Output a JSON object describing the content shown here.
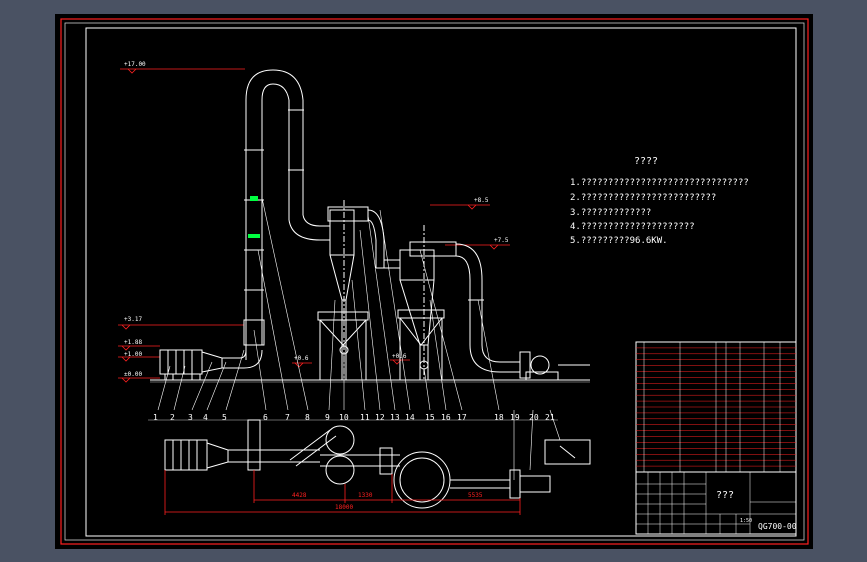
{
  "elevations": {
    "e17": "+17.00",
    "e85": "+8.5",
    "e75": "+7.5",
    "e317": "+3.17",
    "e188": "+1.88",
    "e100": "+1.00",
    "e000": "±0.00",
    "e06a": "+0.6",
    "e06b": "+0.6"
  },
  "notes": {
    "title": "????",
    "lines": [
      "1.???????????????????????????????",
      "2.?????????????????????????",
      "3.?????????????",
      "4.?????????????????????",
      "5.?????????96.6KW."
    ]
  },
  "part_numbers": [
    "1",
    "2",
    "3",
    "4",
    "5",
    "6",
    "7",
    "8",
    "9",
    "10",
    "11",
    "12",
    "13",
    "14",
    "15",
    "16",
    "17",
    "18",
    "19",
    "20",
    "21"
  ],
  "dimensions": {
    "d1": "4428",
    "d2": "1330",
    "d3": "5535",
    "total": "18000"
  },
  "title_block": {
    "name": "???",
    "drawing_no": "QG700-00",
    "scale": "1:50"
  },
  "colors": {
    "background": "#000000",
    "frame": "#ffffff",
    "border_red": "#ff2020",
    "dim_red": "#ff2020",
    "valve_green": "#00ff40"
  }
}
